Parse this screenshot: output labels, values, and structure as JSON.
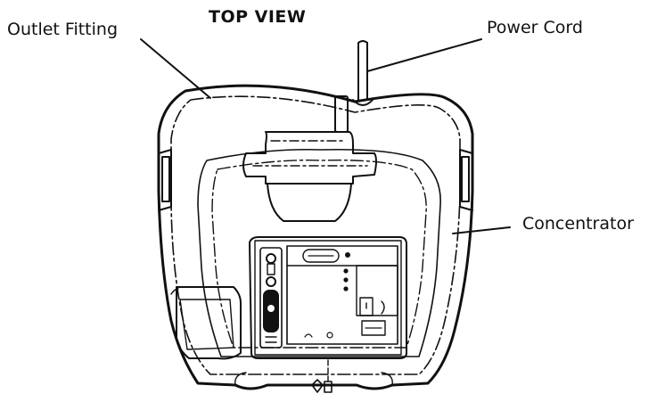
{
  "title": "TOP VIEW",
  "callouts": {
    "outlet_fitting": "Outlet Fitting",
    "power_cord": "Power Cord",
    "concentrator": "Concentrator"
  },
  "colors": {
    "line": "#111111",
    "background": "#ffffff"
  }
}
